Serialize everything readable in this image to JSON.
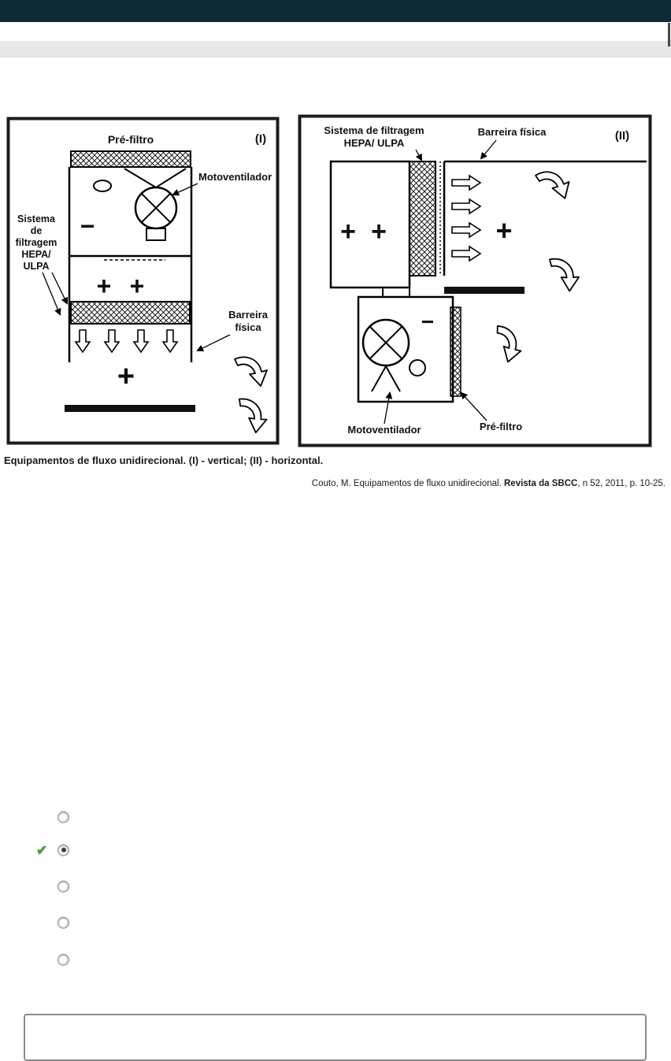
{
  "page": {
    "top_bar_color": "#0e2b33",
    "toolbar_strip_color": "#e8e8e8"
  },
  "figure": {
    "caption": "Equipamentos de fluxo unidirecional. (I) - vertical; (II) - horizontal.",
    "citation_prefix": "Couto, M. Equipamentos de fluxo unidirecional. ",
    "citation_bold": "Revista da SBCC",
    "citation_suffix": ", n 52, 2011, p. 10-25.",
    "vertical": {
      "numeral": "(I)",
      "prefilter_label": "Pré-filtro",
      "fan_label": "Motoventilador",
      "filter_label_lines": [
        "Sistema",
        "de",
        "filtragem",
        "HEPA/",
        "ULPA"
      ],
      "barrier_label_lines": [
        "Barreira",
        "física"
      ],
      "minus_symbol": "−",
      "plus_symbol": "+"
    },
    "horizontal": {
      "numeral": "(II)",
      "filter_label_line1": "Sistema de filtragem",
      "filter_label_line2": "HEPA/ ULPA",
      "barrier_label": "Barreira física",
      "fan_label": "Motoventilador",
      "prefilter_label": "Pré-filtro",
      "minus_symbol": "−",
      "plus_symbol": "+"
    }
  },
  "question": {
    "selected_index": 1,
    "correct_index": 1,
    "option_count": 5,
    "check_color": "#3fa535",
    "check_glyph": "✔"
  }
}
